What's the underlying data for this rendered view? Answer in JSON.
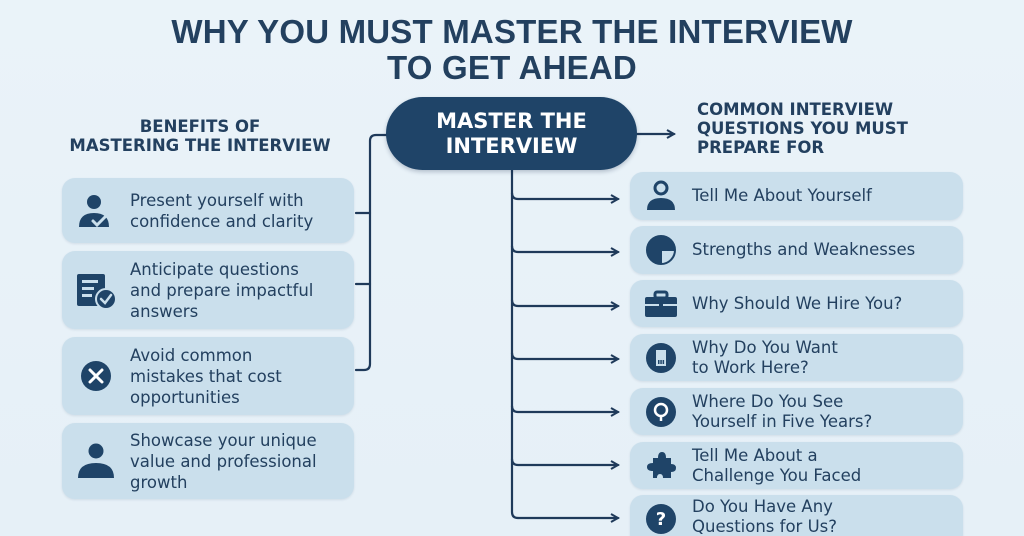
{
  "title": {
    "line1": "WHY YOU MUST MASTER THE INTERVIEW",
    "line2": "TO GET AHEAD"
  },
  "center": {
    "line1": "MASTER THE",
    "line2": "INTERVIEW"
  },
  "benefits": {
    "heading_line1": "BENEFITS OF",
    "heading_line2": "MASTERING THE INTERVIEW",
    "items": [
      {
        "icon": "user-check-icon",
        "line1": "Present yourself with",
        "line2": "confidence and clarity"
      },
      {
        "icon": "checklist-icon",
        "line1": "Anticipate questions",
        "line2": "and prepare impactful",
        "line3": "answers"
      },
      {
        "icon": "x-circle-icon",
        "line1": "Avoid common",
        "line2": "mistakes that cost",
        "line3": "opportunities"
      },
      {
        "icon": "user-icon",
        "line1": "Showcase your unique",
        "line2": "value and professional",
        "line3": "growth"
      }
    ]
  },
  "questions": {
    "heading_line1": "COMMON INTERVIEW",
    "heading_line2": "QUESTIONS YOU MUST",
    "heading_line3": "PREPARE FOR",
    "items": [
      {
        "icon": "person-icon",
        "line1": "Tell Me About Yourself"
      },
      {
        "icon": "pie-chart-icon",
        "line1": "Strengths and Weaknesses"
      },
      {
        "icon": "briefcase-icon",
        "line1": "Why Should We Hire You?"
      },
      {
        "icon": "building-icon",
        "line1": "Why Do You Want",
        "line2": "to Work Here?"
      },
      {
        "icon": "location-pin-icon",
        "line1": "Where Do You See",
        "line2": "Yourself in Five Years?"
      },
      {
        "icon": "puzzle-icon",
        "line1": "Tell Me About a",
        "line2": "Challenge You Faced"
      },
      {
        "icon": "question-icon",
        "line1": "Do You Have Any",
        "line2": "Questions for Us?"
      }
    ]
  },
  "colors": {
    "navy": "#1f4468",
    "text": "#23405f",
    "card": "#cadfec",
    "background": "#e8f2f8"
  }
}
